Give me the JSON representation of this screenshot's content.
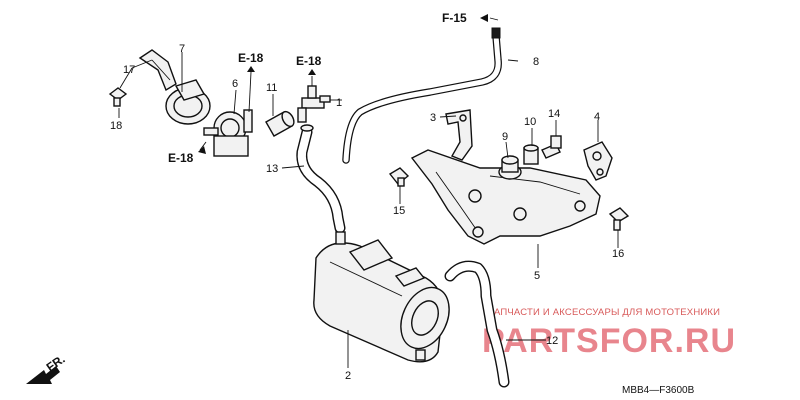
{
  "callouts": [
    {
      "label": "1"
    },
    {
      "label": "2"
    },
    {
      "label": "3"
    },
    {
      "label": "4"
    },
    {
      "label": "5"
    },
    {
      "label": "6"
    },
    {
      "label": "7"
    },
    {
      "label": "8"
    },
    {
      "label": "9"
    },
    {
      "label": "10"
    },
    {
      "label": "11"
    },
    {
      "label": "12"
    },
    {
      "label": "13"
    },
    {
      "label": "14"
    },
    {
      "label": "15"
    },
    {
      "label": "16"
    },
    {
      "label": "17"
    },
    {
      "label": "18"
    }
  ],
  "refs": {
    "f15": "F-15",
    "e18_top_left": "E-18",
    "e18_top_right": "E-18",
    "e18_left": "E-18"
  },
  "front_marker": "FR.",
  "diagram_code": "MBB4—F3600B",
  "watermark": {
    "tagline": "ЗАПЧАСТИ И АКСЕССУАРЫ ДЛЯ МОТОТЕХНИКИ",
    "brand": "PARTSFOR.RU"
  }
}
